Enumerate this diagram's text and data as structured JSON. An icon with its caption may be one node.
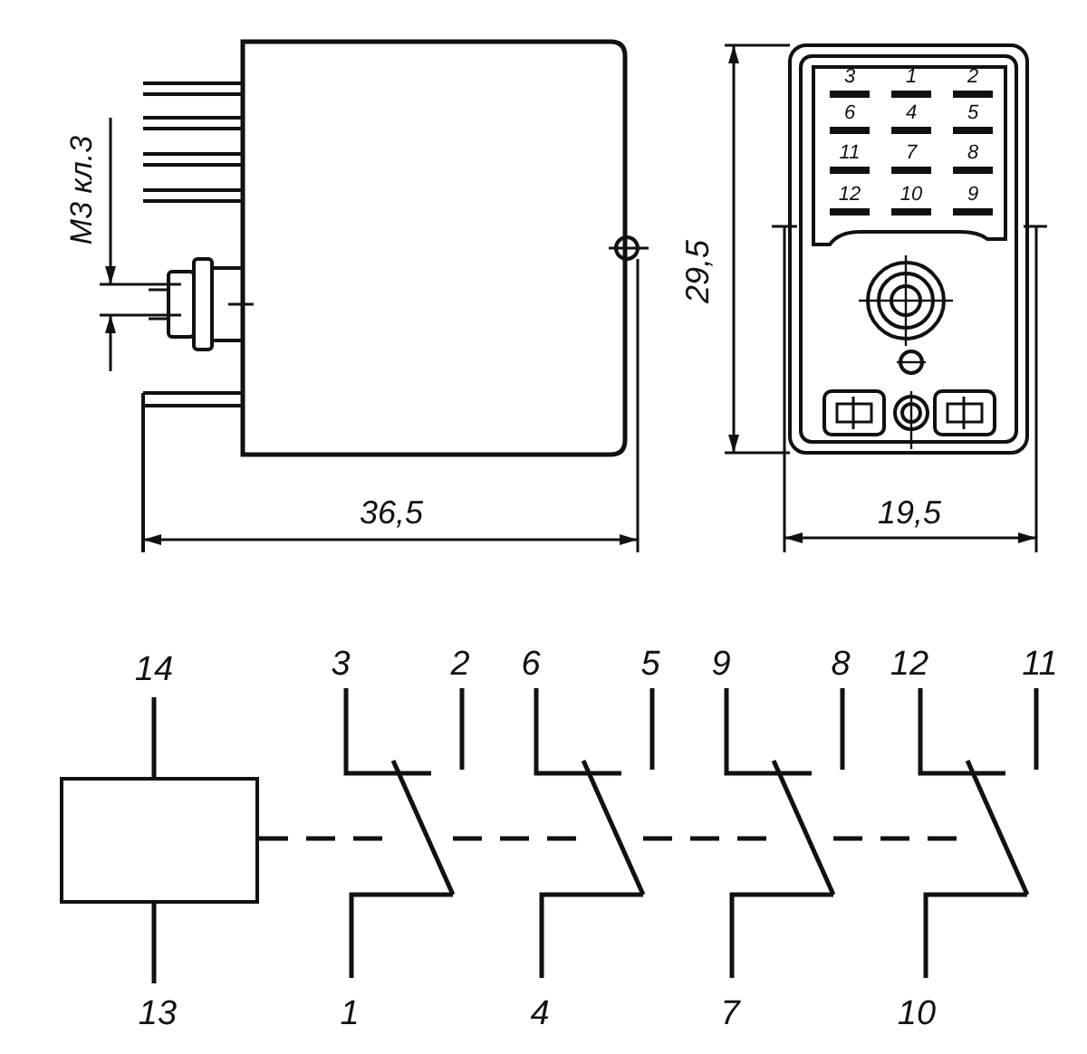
{
  "diagram": {
    "nodes": [
      {
        "text": [],
        "shape": "box"
      },
      {
        "text": [],
        "shape": "switch"
      },
      {
        "text": [],
        "shape": "switch"
      },
      {
        "text": [],
        "shape": "switch"
      },
      {
        "text": [],
        "shape": "switch"
      }
    ],
    "edges": [
      {
        "from": 0,
        "to": 1,
        "arrow": "none",
        "style": "dashed"
      },
      {
        "from": 1,
        "to": 2,
        "arrow": "none",
        "style": "dashed"
      },
      {
        "from": 2,
        "to": 3,
        "arrow": "none",
        "style": "dashed"
      },
      {
        "from": 3,
        "to": 4,
        "arrow": "none",
        "style": "dashed"
      }
    ],
    "labels": [
      "М3 кл.3",
      "3",
      "1",
      "2",
      "6",
      "4",
      "5",
      "11",
      "7",
      "8",
      "12",
      "10",
      "9",
      "29,5",
      "36,5",
      "19,5",
      "14",
      "3",
      "2",
      "6",
      "5",
      "9",
      "8",
      "12",
      "11",
      "13",
      "1",
      "4",
      "7",
      "10"
    ]
  }
}
